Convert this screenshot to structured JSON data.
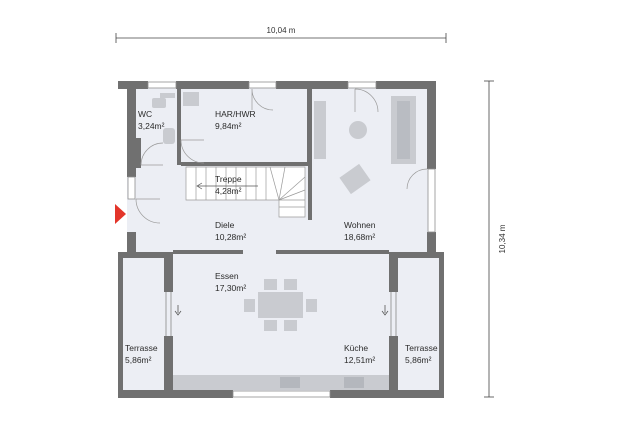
{
  "dimensions": {
    "width": "10,04 m",
    "height": "10,34 m"
  },
  "rooms": {
    "wc": {
      "name": "WC",
      "area": "3,24m²"
    },
    "har": {
      "name": "HAR/HWR",
      "area": "9,84m²"
    },
    "treppe": {
      "name": "Treppe",
      "area": "4,28m²"
    },
    "diele": {
      "name": "Diele",
      "area": "10,28m²"
    },
    "wohnen": {
      "name": "Wohnen",
      "area": "18,68m²"
    },
    "essen": {
      "name": "Essen",
      "area": "17,30m²"
    },
    "kueche": {
      "name": "Küche",
      "area": "12,51m²"
    },
    "terrasse_left": {
      "name": "Terrasse",
      "area": "5,86m²"
    },
    "terrasse_right": {
      "name": "Terrasse",
      "area": "5,86m²"
    }
  },
  "colors": {
    "floor": "#eceef4",
    "wall": "#707070",
    "furniture": "#c9cbd0",
    "entrance": "#e3352a",
    "dimension_line": "#444444"
  }
}
